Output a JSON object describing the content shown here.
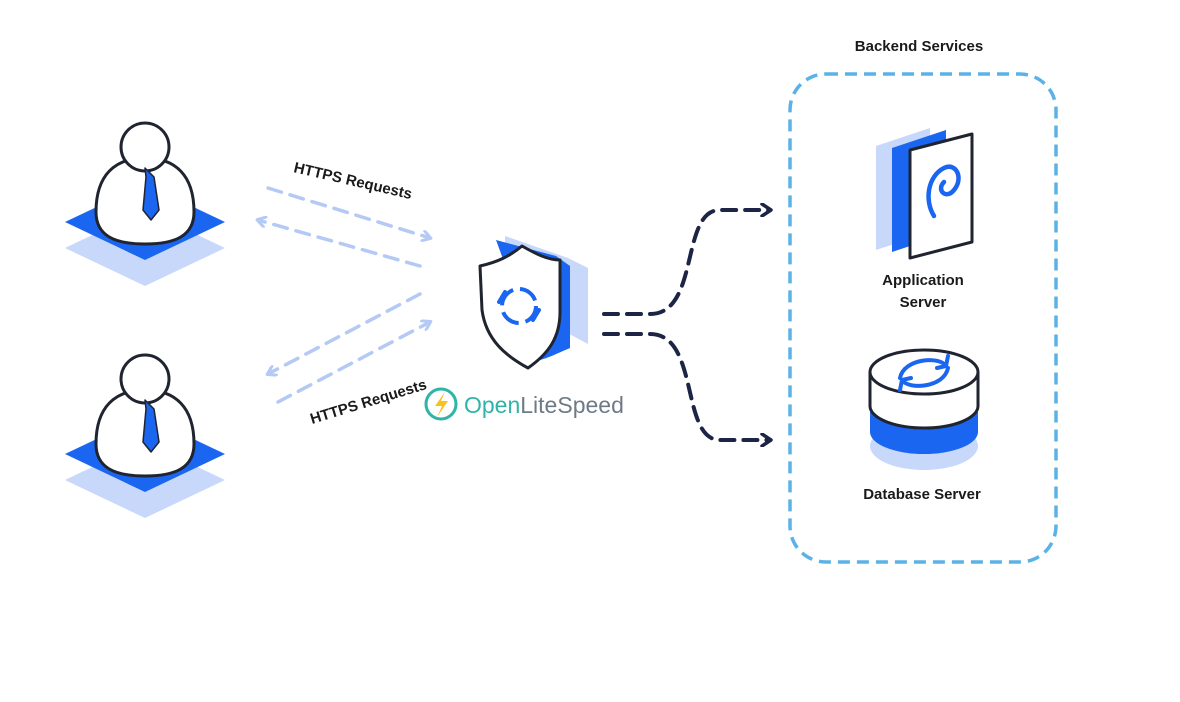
{
  "labels": {
    "backend_title": "Backend Services",
    "top_request": "HTTPS Requests",
    "bottom_request": "HTTPS Requests",
    "app_server_line1": "Application",
    "app_server_line2": "Server",
    "db_server": "Database Server",
    "brand_part1": "Open",
    "brand_part2": "LiteSpeed"
  },
  "icons": {
    "user_top": "user-icon",
    "user_bottom": "user-icon",
    "proxy": "shield-icon",
    "brand_logo": "lightning-bolt-icon",
    "app_server": "application-server-icon",
    "db_server": "database-icon"
  },
  "colors": {
    "primary_blue": "#1a66f0",
    "light_blue": "#c7d8fb",
    "dashed_frame": "#5ab2e6",
    "request_arrows": "#b5c9f5",
    "backend_arrows": "#1c2545",
    "brand_teal": "#2eb4a8",
    "brand_dark": "#6f7a86",
    "bolt_yellow": "#f6c21b"
  }
}
